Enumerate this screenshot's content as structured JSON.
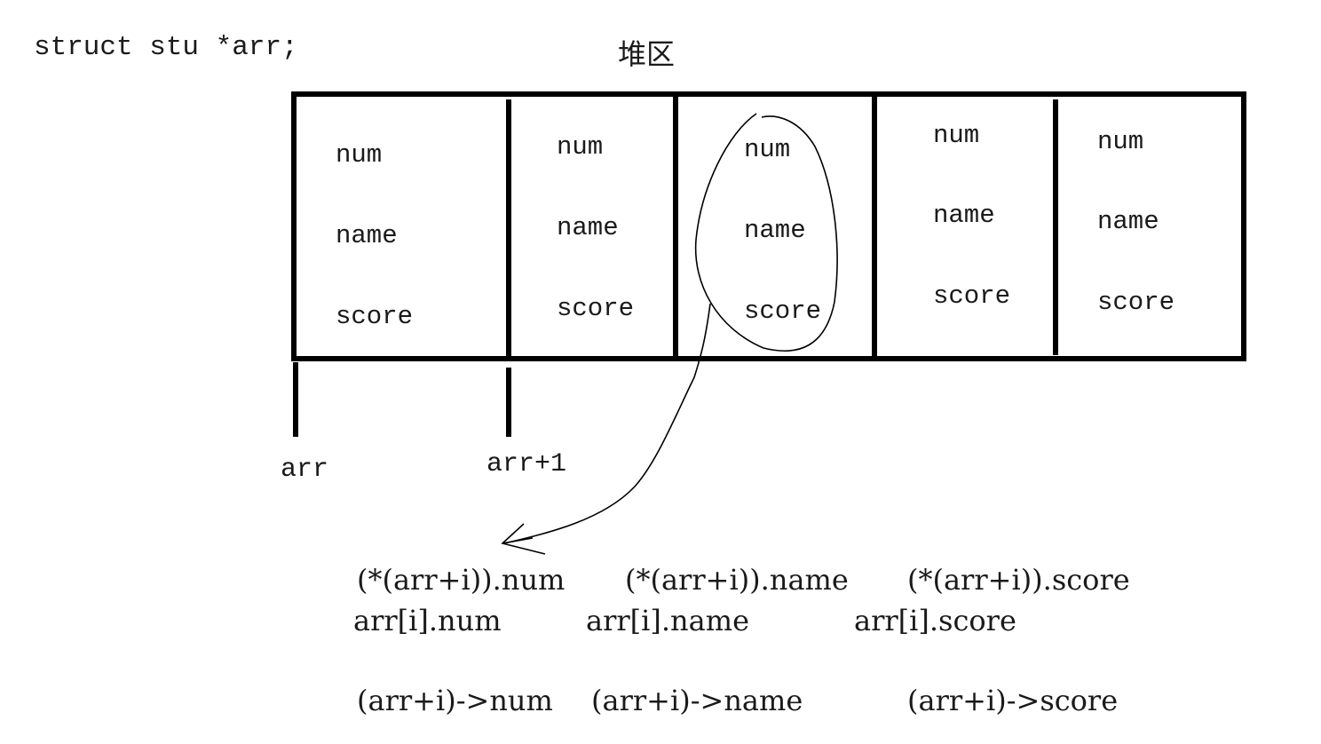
{
  "declaration": "struct stu *arr;",
  "heap_label": "堆区",
  "cells": [
    {
      "fields": [
        "num",
        "name",
        "score"
      ]
    },
    {
      "fields": [
        "num",
        "name",
        "score"
      ]
    },
    {
      "fields": [
        "num",
        "name",
        "score"
      ]
    },
    {
      "fields": [
        "num",
        "name",
        "score"
      ]
    },
    {
      "fields": [
        "num",
        "name",
        "score"
      ]
    }
  ],
  "pointers": [
    "arr",
    "arr+1"
  ],
  "expressions": {
    "deref": [
      "(*(arr+i)).num",
      "(*(arr+i)).name",
      "(*(arr+i)).score"
    ],
    "index": [
      "arr[i].num",
      "arr[i].name",
      "arr[i].score"
    ],
    "arrow": [
      "(arr+i)->num",
      "(arr+i)->name",
      "(arr+i)->score"
    ]
  }
}
